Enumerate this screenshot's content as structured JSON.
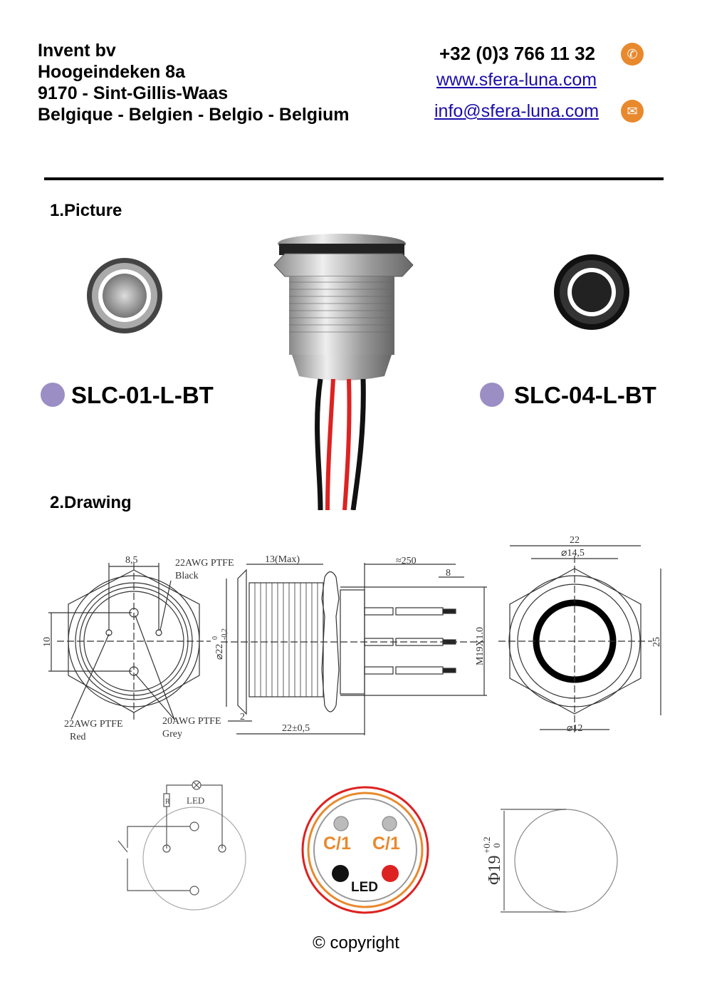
{
  "header": {
    "address": [
      "Invent bv",
      "Hoogeindeken 8a",
      "9170 - Sint-Gillis-Waas",
      "Belgique - Belgien - Belgio - Belgium"
    ],
    "phone": "+32 (0)3 766 11 32",
    "website": "www.sfera-luna.com",
    "email": "info@sfera-luna.com",
    "phone_icon": "phone-icon",
    "email_icon": "envelope-icon",
    "icon_color": "#e8892d"
  },
  "section1": {
    "title": "1.Picture",
    "models": [
      {
        "label": "SLC-01-L-BT",
        "dot_color": "#9b8ec4"
      },
      {
        "label": "SLC-04-L-BT",
        "dot_color": "#9b8ec4"
      }
    ]
  },
  "section2": {
    "title": "2.Drawing",
    "front": {
      "width": "8,5",
      "height": "10",
      "wire_black": "22AWG PTFE",
      "wire_black_color": "Black",
      "wire_red": "22AWG PTFE",
      "wire_red_color": "Red",
      "wire_grey": "20AWG PTFE",
      "wire_grey_color": "Grey"
    },
    "side": {
      "thread_len": "13(Max)",
      "cable": "≈250",
      "strip": "8",
      "diameter": "⌀22",
      "tol": "0",
      "tol2": "-0,2",
      "flange": "2",
      "total": "22±0,5",
      "thread": "M19X1.0"
    },
    "rear": {
      "width": "22",
      "ring": "⌀14,5",
      "height": "25",
      "inner": "⌀12"
    },
    "circuit": {
      "r": "R",
      "led": "LED"
    },
    "pinout": {
      "pin1": "C/1",
      "pin2": "C/1",
      "led": "LED"
    },
    "cutout": {
      "diameter": "Φ19",
      "tol_plus": "+0.2",
      "tol_zero": "0"
    }
  },
  "footer": {
    "copyright": "© copyright"
  }
}
